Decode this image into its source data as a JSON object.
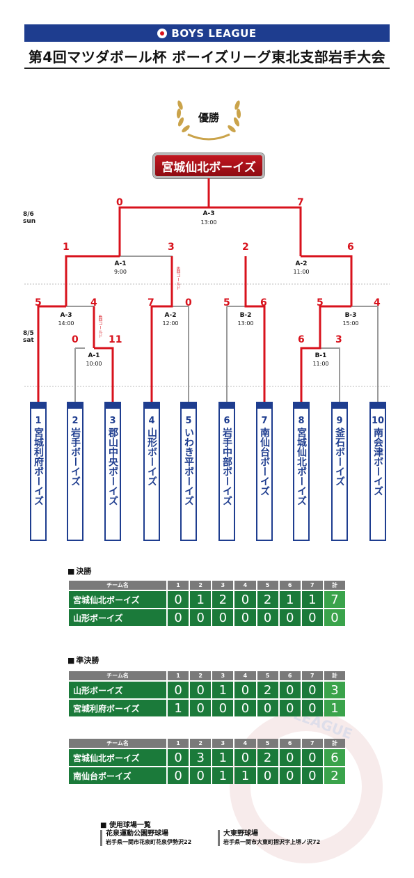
{
  "header": {
    "league": "BOYS LEAGUE",
    "title": "第4回マツダボール杯 ボーイズリーグ東北支部岩手大会"
  },
  "champion": {
    "label": "優勝",
    "team": "宮城仙北ボーイズ"
  },
  "dates": {
    "day2_date": "8/6",
    "day2_day": "sun",
    "day1_date": "8/5",
    "day1_day": "sat"
  },
  "bracket": {
    "games": {
      "A3_final": {
        "code": "A-3",
        "time": "13:00",
        "left_score": "0",
        "right_score": "7"
      },
      "A1_semi": {
        "code": "A-1",
        "time": "9:00",
        "left_score": "1",
        "right_score": "3",
        "note": "6回コールド"
      },
      "A2_semi": {
        "code": "A-2",
        "time": "11:00",
        "left_score": "2",
        "right_score": "6"
      },
      "A3_q": {
        "code": "A-3",
        "time": "14:00",
        "left_score": "5",
        "right_score": "4",
        "note": "4回コールド"
      },
      "A1_r1": {
        "code": "A-1",
        "time": "10:00",
        "left_score": "0",
        "right_score": "11"
      },
      "A2_q": {
        "code": "A-2",
        "time": "12:00",
        "left_score": "7",
        "right_score": "0"
      },
      "B2_q": {
        "code": "B-2",
        "time": "13:00",
        "left_score": "5",
        "right_score": "6"
      },
      "B3_q": {
        "code": "B-3",
        "time": "15:00",
        "left_score": "5",
        "right_score": "4"
      },
      "B1_r1": {
        "code": "B-1",
        "time": "11:00",
        "left_score": "6",
        "right_score": "3"
      }
    },
    "teams": [
      {
        "seed": "1",
        "name": "宮城利府ボーイズ"
      },
      {
        "seed": "2",
        "name": "岩手ボーイズ"
      },
      {
        "seed": "3",
        "name": "郡山中央ボーイズ"
      },
      {
        "seed": "4",
        "name": "山形ボーイズ"
      },
      {
        "seed": "5",
        "name": "いわき平ボーイズ"
      },
      {
        "seed": "6",
        "name": "岩手中部ボーイズ"
      },
      {
        "seed": "7",
        "name": "南仙台ボーイズ"
      },
      {
        "seed": "8",
        "name": "宮城仙北ボーイズ"
      },
      {
        "seed": "9",
        "name": "釜石ボーイズ"
      },
      {
        "seed": "10",
        "name": "南会津ボーイズ"
      }
    ]
  },
  "results": {
    "final_title": "決勝",
    "semi_title": "準決勝",
    "header": [
      "チーム名",
      "1",
      "2",
      "3",
      "4",
      "5",
      "6",
      "7",
      "計"
    ],
    "final": [
      {
        "team": "宮城仙北ボーイズ",
        "innings": [
          "0",
          "1",
          "2",
          "0",
          "2",
          "1",
          "1"
        ],
        "total": "7"
      },
      {
        "team": "山形ボーイズ",
        "innings": [
          "0",
          "0",
          "0",
          "0",
          "0",
          "0",
          "0"
        ],
        "total": "0"
      }
    ],
    "semi1": [
      {
        "team": "山形ボーイズ",
        "innings": [
          "0",
          "0",
          "1",
          "0",
          "2",
          "0",
          "0"
        ],
        "total": "3"
      },
      {
        "team": "宮城利府ボーイズ",
        "innings": [
          "1",
          "0",
          "0",
          "0",
          "0",
          "0",
          "0"
        ],
        "total": "1"
      }
    ],
    "semi2": [
      {
        "team": "宮城仙北ボーイズ",
        "innings": [
          "0",
          "3",
          "1",
          "0",
          "2",
          "0",
          "0"
        ],
        "total": "6"
      },
      {
        "team": "南仙台ボーイズ",
        "innings": [
          "0",
          "0",
          "1",
          "1",
          "0",
          "0",
          "0"
        ],
        "total": "2"
      }
    ]
  },
  "venues": {
    "title": "使用球場一覧",
    "items": [
      {
        "name": "花泉運動公園野球場",
        "address": "岩手県一関市花泉町花泉伊勢沢22"
      },
      {
        "name": "大東野球場",
        "address": "岩手県一関市大東町摺沢字上堺ノ沢72"
      }
    ]
  },
  "colors": {
    "win": "#d8121c",
    "lose": "#9a9a9a",
    "navy": "#1e3d8f",
    "green": "#1b7a3a"
  }
}
